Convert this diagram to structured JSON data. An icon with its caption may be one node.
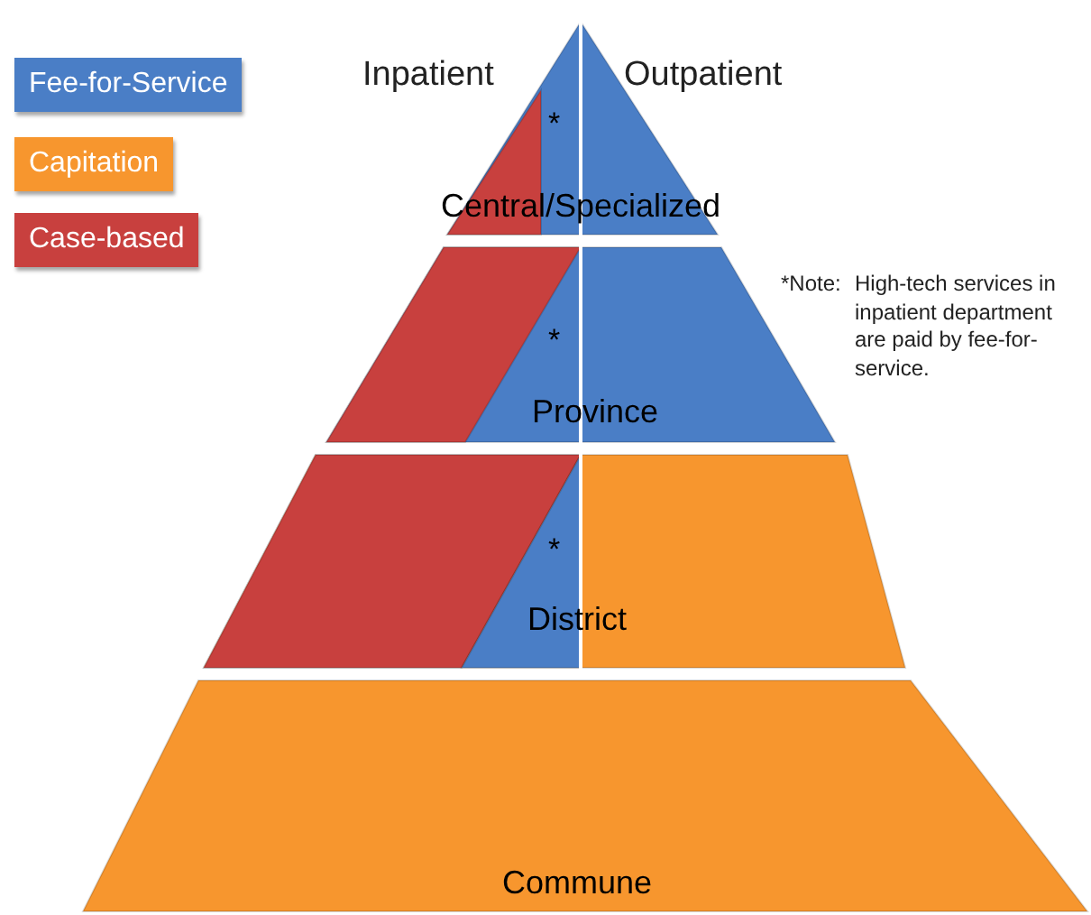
{
  "diagram": {
    "nodes": [
      {
        "text": [
          "*",
          "Central/Specialized"
        ]
      },
      {
        "text": [
          "*",
          "Province"
        ]
      },
      {
        "text": [
          "*",
          "District"
        ]
      },
      {
        "text": [
          "Commune"
        ]
      }
    ],
    "edges": [],
    "labels": [
      "Inpatient",
      "Outpatient",
      "*Note:",
      "High-tech services in inpatient department are paid by fee-for-service."
    ],
    "legend": [
      {
        "text": "Fee-for-Service",
        "color": "#4a7ec6"
      },
      {
        "text": "Capitation",
        "color": "#f7962e"
      },
      {
        "text": "Case-based",
        "color": "#c8403e"
      }
    ]
  }
}
